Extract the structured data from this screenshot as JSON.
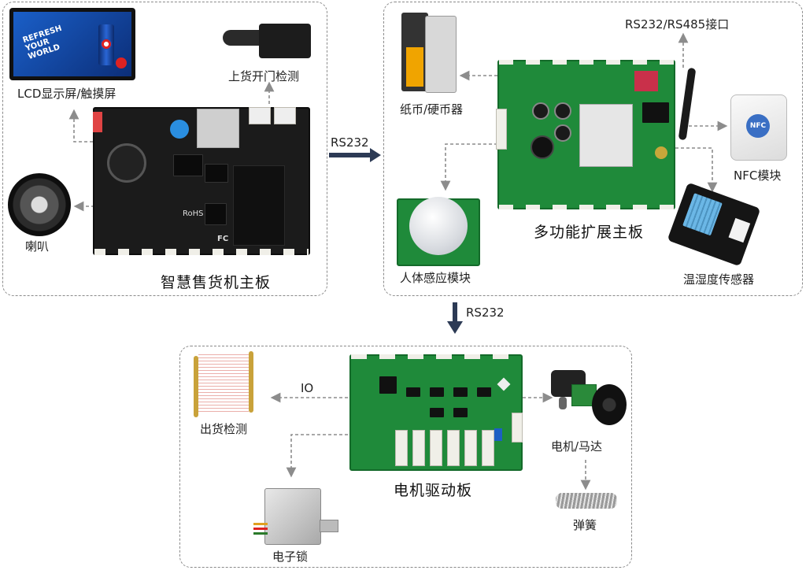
{
  "main_board": {
    "title": "智慧售货机主板",
    "lcd_label": "LCD显示屏/触摸屏",
    "door_sensor_label": "上货开门检测",
    "speaker_label": "喇叭",
    "lcd_screen_text": "REFRESH YOUR WORLD",
    "board_marks": [
      "RoHS",
      "FC"
    ]
  },
  "expansion_board": {
    "title": "多功能扩展主板",
    "coin_label": "纸币/硬币器",
    "rs_interface_label": "RS232/RS485接口",
    "nfc_label": "NFC模块",
    "nfc_logo": "NFC",
    "body_sensor_label": "人体感应模块",
    "temp_sensor_label": "温湿度传感器"
  },
  "motor_board": {
    "title": "电机驱动板",
    "io_label": "IO",
    "out_detect_label": "出货检测",
    "lock_label": "电子锁",
    "motor_label": "电机/马达",
    "spring_label": "弹簧"
  },
  "links": {
    "main_to_expansion": "RS232",
    "expansion_to_motor": "RS232"
  },
  "colors": {
    "dashed_border": "#8a8a8a",
    "arrow_dark": "#2c3a55",
    "dotted_arrow": "#8c8c8c",
    "pcb_green": "#1f8a3a",
    "pcb_black": "#1b1b1b"
  }
}
